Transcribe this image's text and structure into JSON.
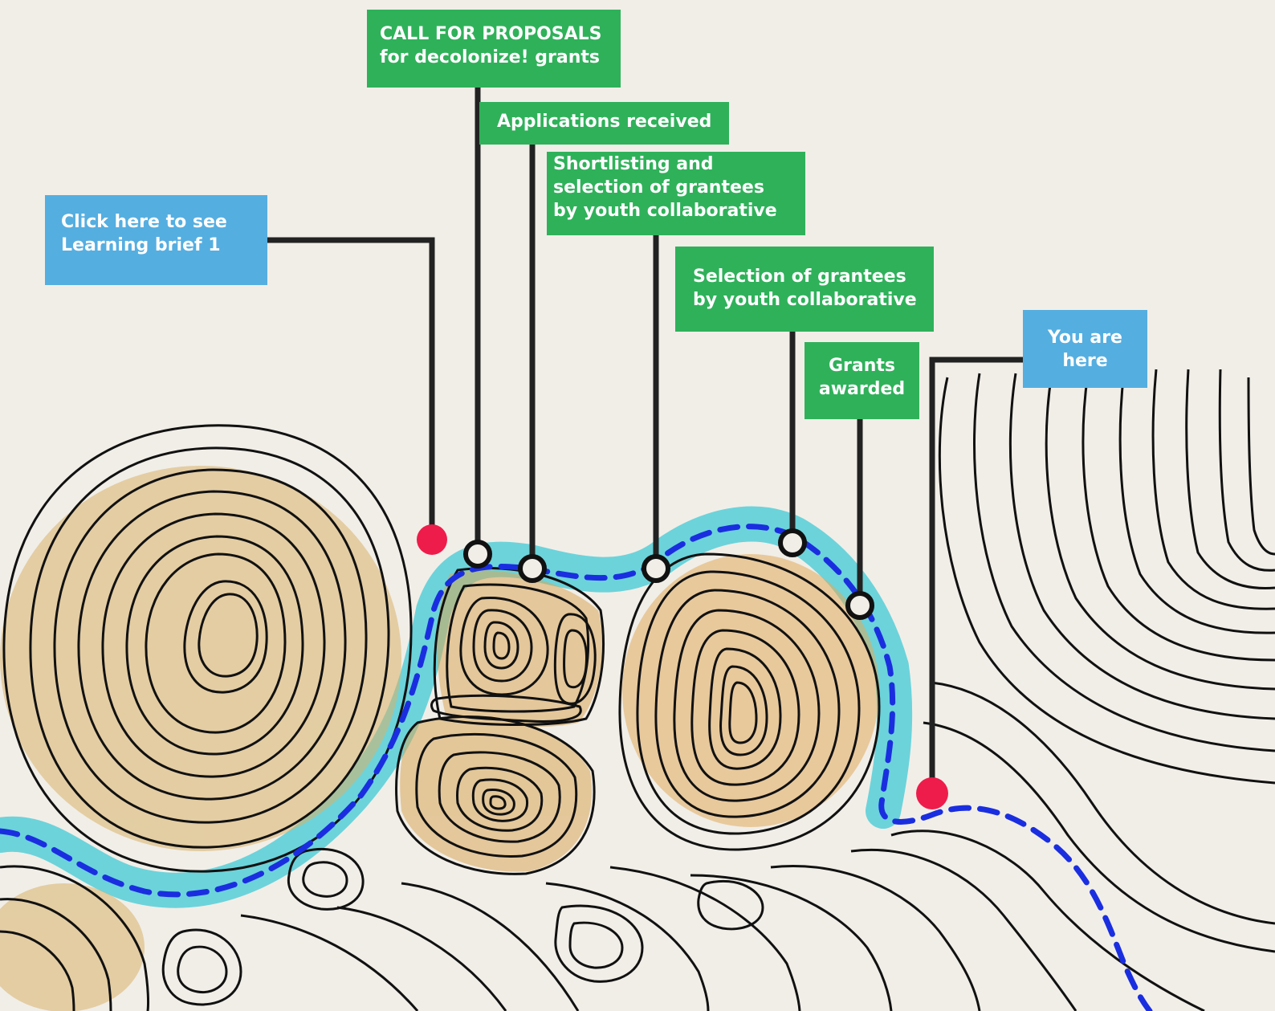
{
  "labels": {
    "call_for_proposals": "CALL FOR PROPOSALS\nfor decolonize! grants",
    "applications_received": "Applications received",
    "shortlisting": "Shortlisting and\nselection of grantees\nby youth collaborative",
    "selection": "Selection of grantees\nby youth collaborative",
    "grants_awarded": "Grants\nawarded",
    "learning_brief": "Click here to see\nLearning brief 1",
    "you_are_here": "You are\nhere"
  },
  "colors": {
    "milestone_box": "#2fb15a",
    "link_box": "#55aee0",
    "path_dash": "#1a2ee0",
    "river": "#3fc9d6",
    "hill_fill": "#d9b36a",
    "marker_red": "#ee1c4a",
    "contour_line": "#111111",
    "background": "#f1eee8"
  },
  "icons": {
    "milestone_marker": "ring-marker-icon",
    "position_marker": "red-dot-marker-icon"
  }
}
